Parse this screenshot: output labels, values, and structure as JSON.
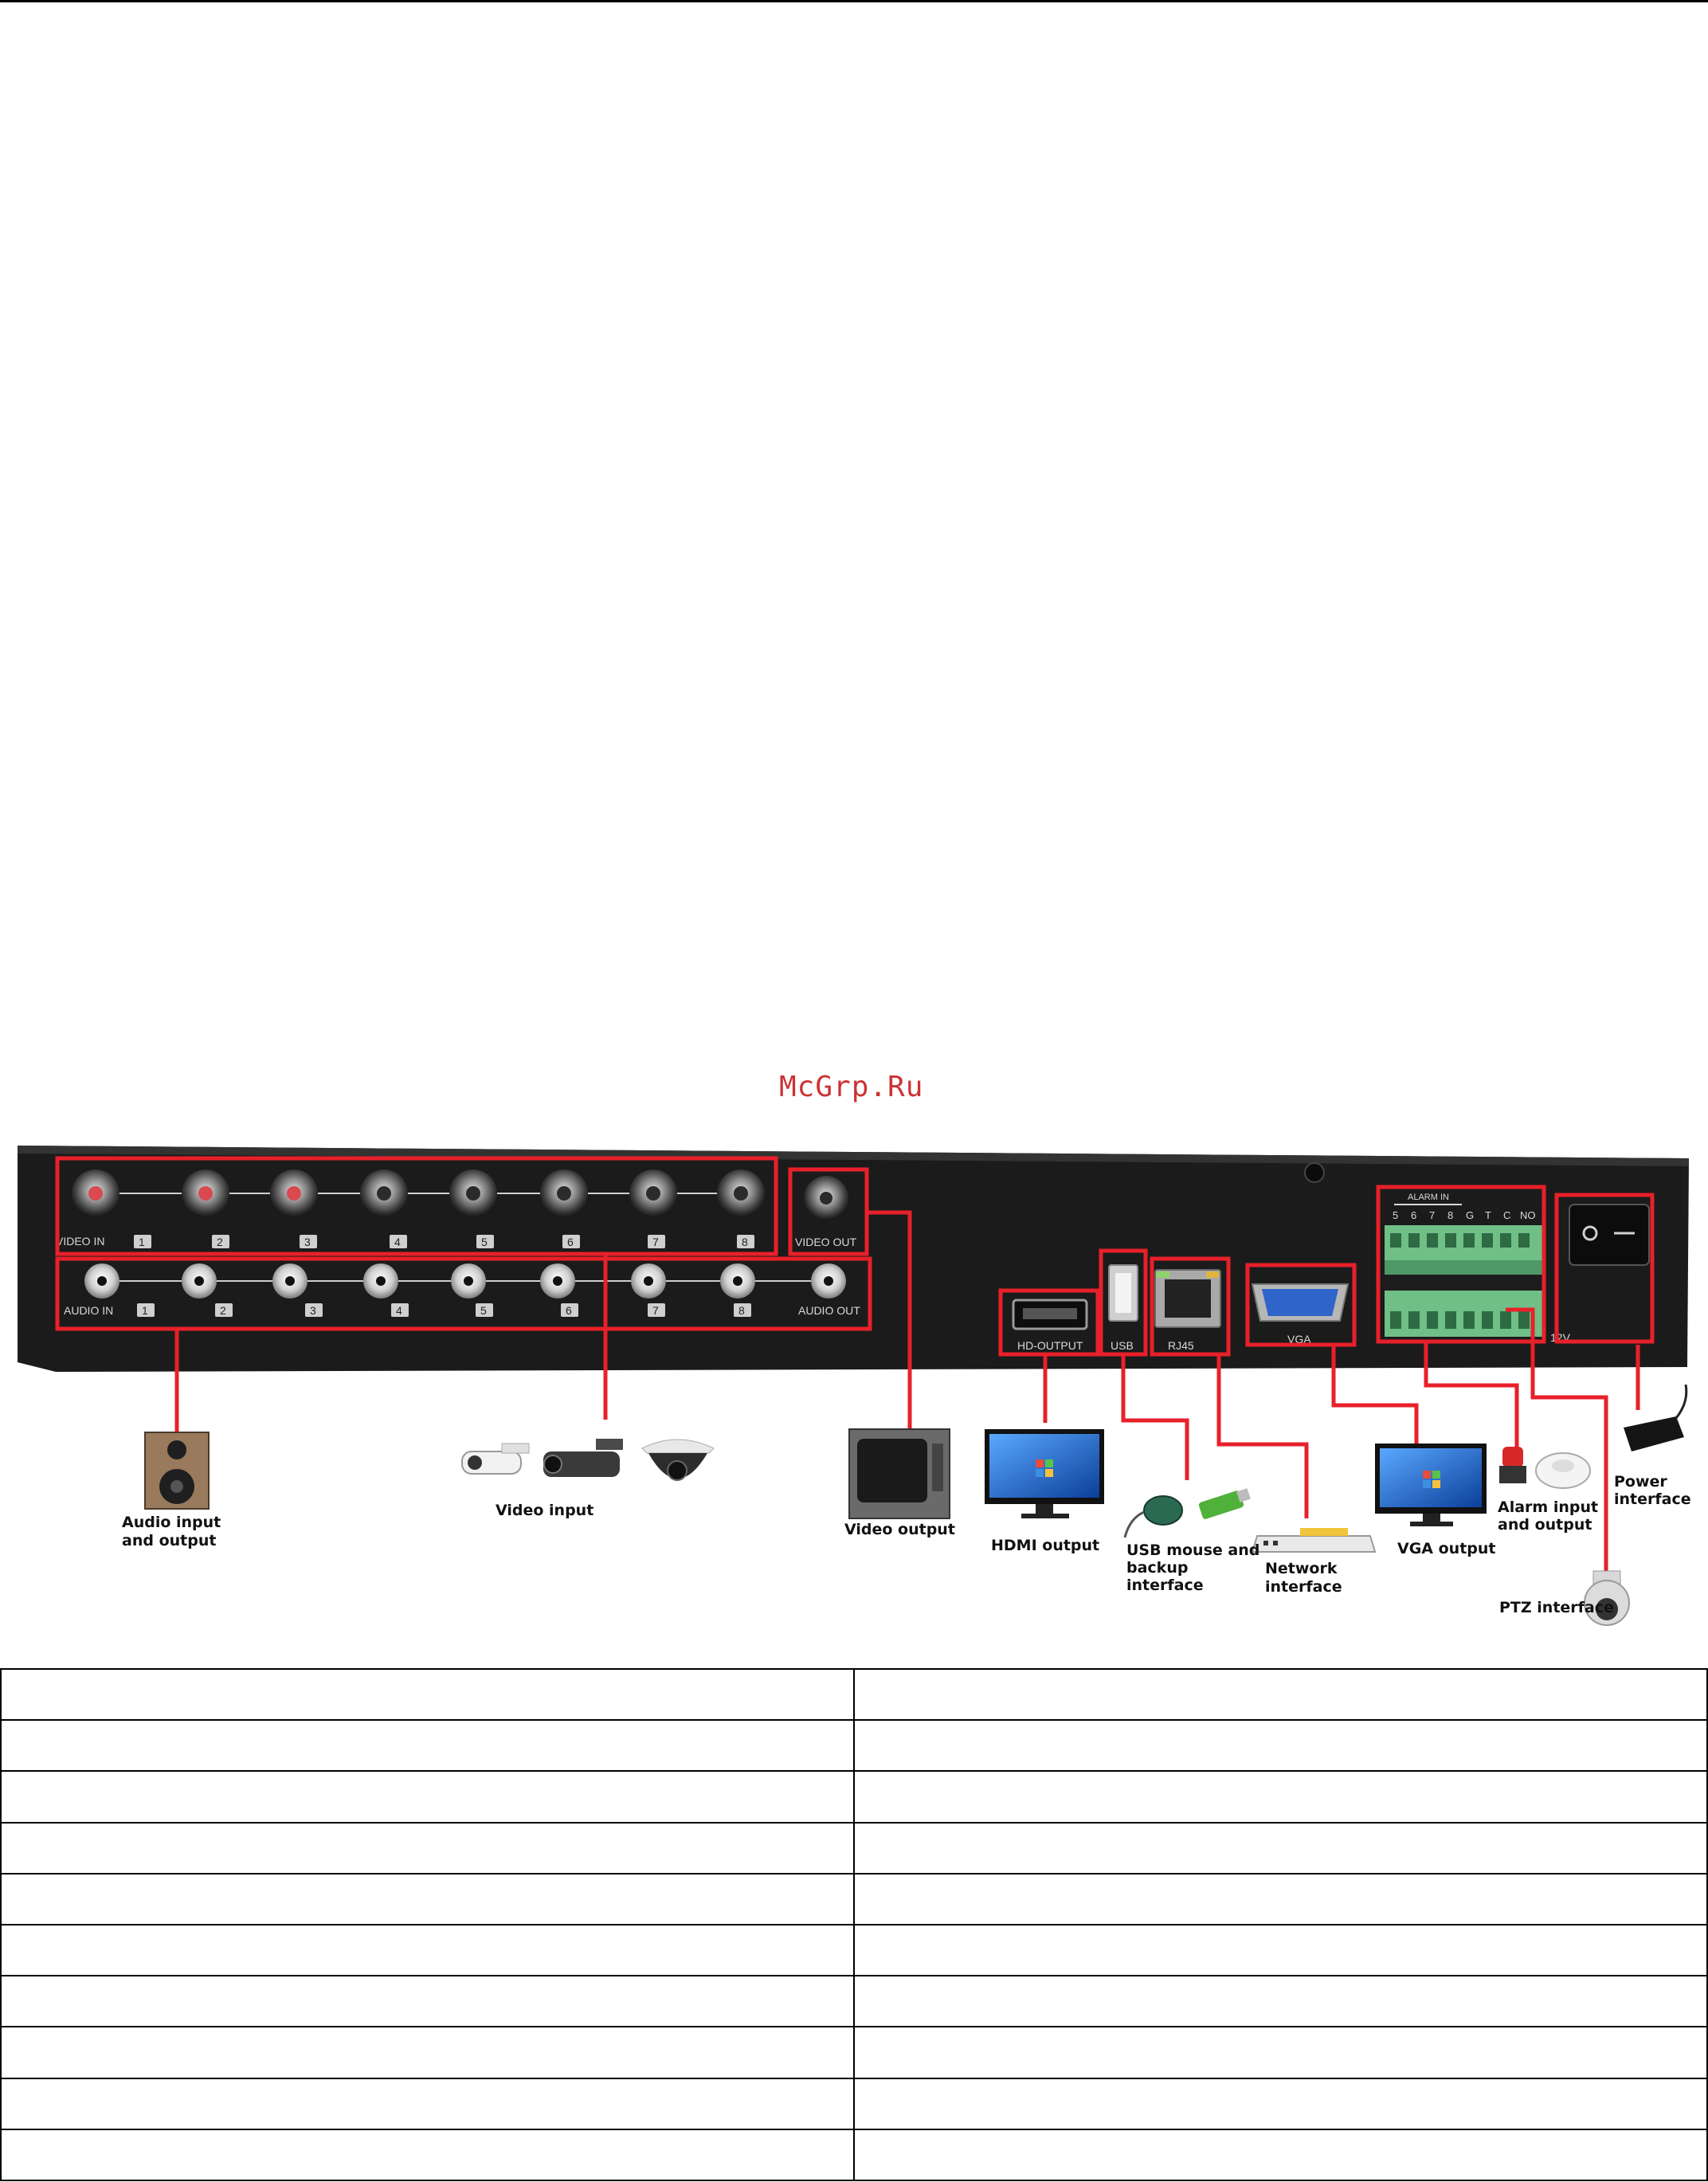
{
  "watermark": "McGrp.Ru",
  "panel_labels": {
    "video_in": "VIDEO IN",
    "video_out": "VIDEO OUT",
    "audio_in": "AUDIO IN",
    "audio_out": "AUDIO OUT",
    "hd_output": "HD-OUTPUT",
    "usb": "USB",
    "rj45": "RJ45",
    "vga": "VGA",
    "alarm_in": "ALARM IN",
    "v12": "12V"
  },
  "channel_numbers": [
    "1",
    "2",
    "3",
    "4",
    "5",
    "6",
    "7",
    "8"
  ],
  "alarm_terminals": [
    "5",
    "6",
    "7",
    "8",
    "G",
    "T",
    "C",
    "NO"
  ],
  "captions": {
    "audio": [
      "Audio input",
      "and output"
    ],
    "video_input": "Video input",
    "video_output": "Video output",
    "hdmi_output": "HDMI output",
    "usb": [
      "USB mouse and",
      "backup",
      "interface"
    ],
    "network": [
      "Network",
      "interface"
    ],
    "vga_output": "VGA output",
    "alarm": [
      "Alarm input",
      "and output"
    ],
    "power": [
      "Power",
      "interface"
    ],
    "ptz": "PTZ interface"
  },
  "colors": {
    "highlight": "#e8202a",
    "panel": "#1a1a1a",
    "terminal": "#6fbf86"
  },
  "table": {
    "rows": 10,
    "cols": 2
  }
}
